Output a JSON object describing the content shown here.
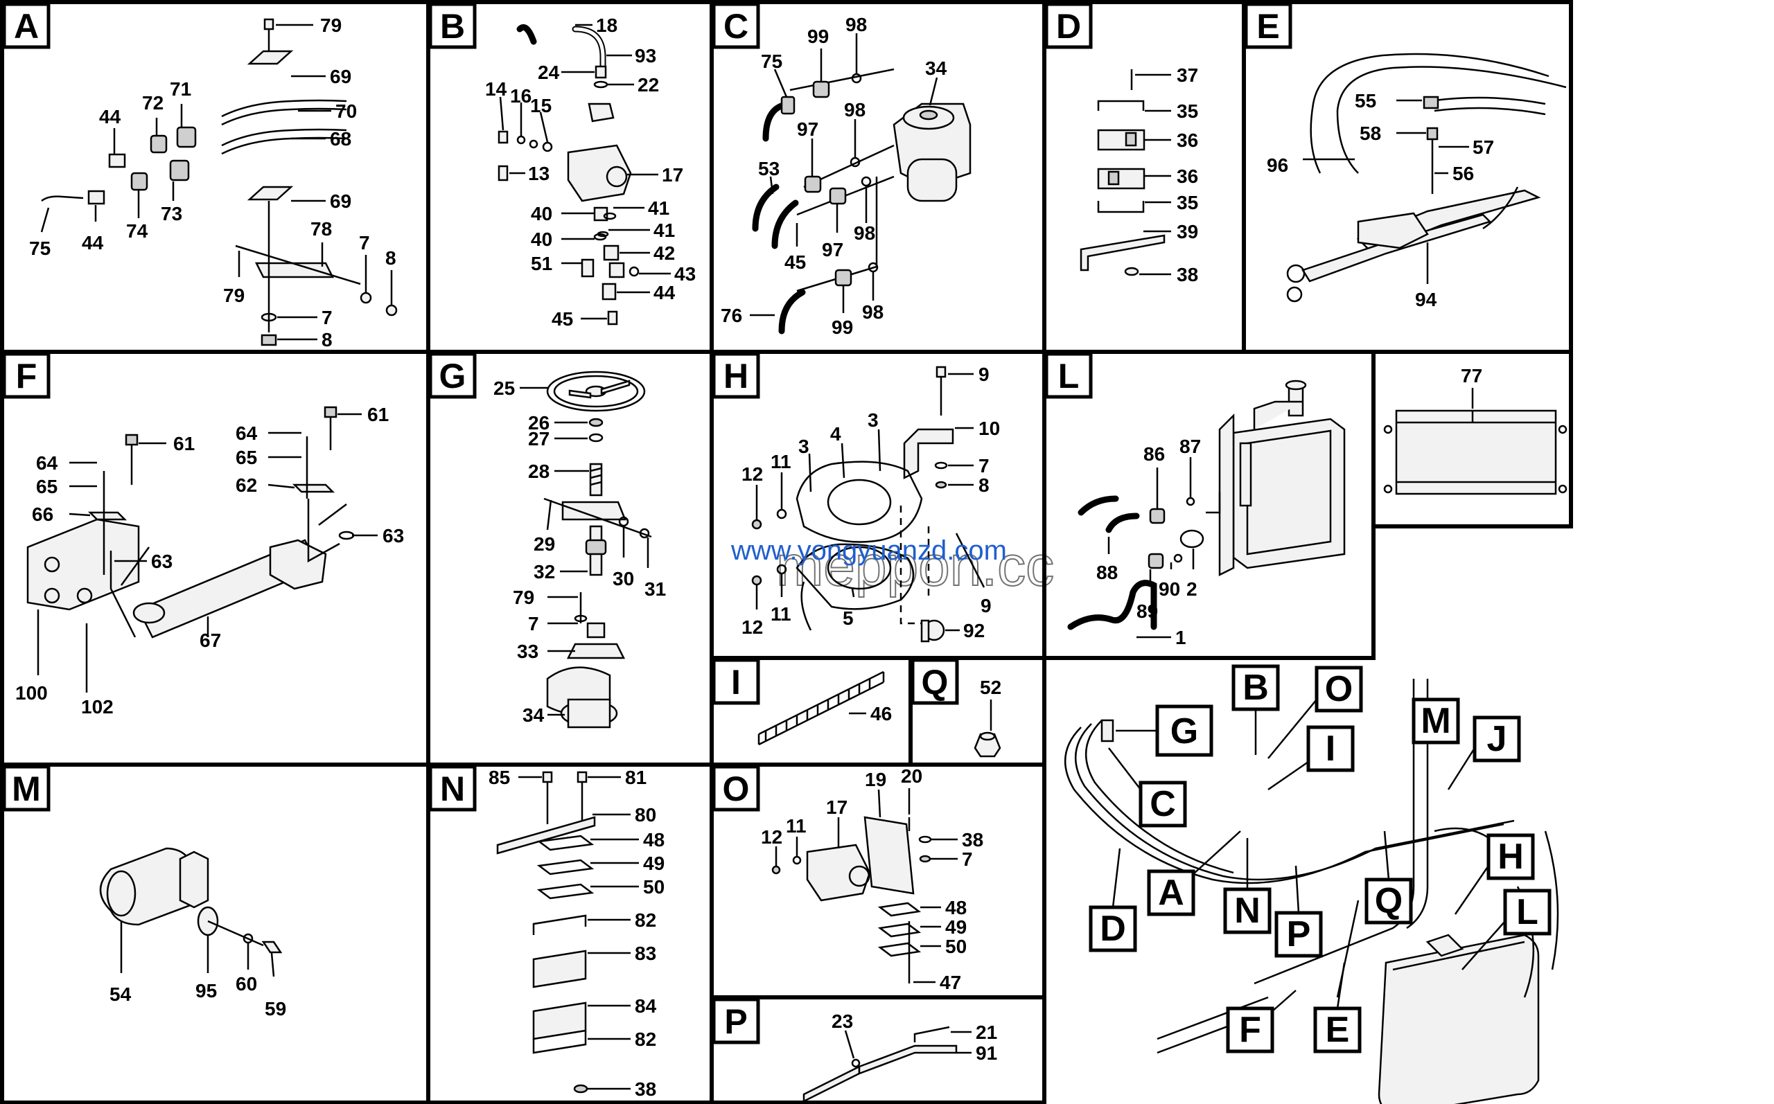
{
  "panels": [
    {
      "id": "A",
      "callouts": [
        "79",
        "69",
        "70",
        "71",
        "72",
        "44",
        "68",
        "73",
        "74",
        "75",
        "44",
        "69",
        "78",
        "7",
        "8",
        "79",
        "7",
        "8"
      ]
    },
    {
      "id": "B",
      "callouts": [
        "18",
        "93",
        "24",
        "22",
        "14",
        "16",
        "15",
        "17",
        "13",
        "40",
        "41",
        "40",
        "41",
        "42",
        "51",
        "43",
        "44",
        "45"
      ]
    },
    {
      "id": "C",
      "callouts": [
        "99",
        "98",
        "75",
        "34",
        "97",
        "98",
        "53",
        "98",
        "97",
        "45",
        "76",
        "99",
        "98"
      ]
    },
    {
      "id": "D",
      "callouts": [
        "37",
        "35",
        "36",
        "36",
        "35",
        "39",
        "38"
      ]
    },
    {
      "id": "E",
      "callouts": [
        "55",
        "58",
        "57",
        "96",
        "56",
        "94"
      ]
    },
    {
      "id": "F",
      "callouts": [
        "61",
        "64",
        "61",
        "64",
        "65",
        "65",
        "62",
        "66",
        "63",
        "63",
        "67",
        "100",
        "102"
      ]
    },
    {
      "id": "G",
      "callouts": [
        "25",
        "26",
        "27",
        "28",
        "29",
        "30",
        "31",
        "32",
        "79",
        "7",
        "33",
        "34"
      ]
    },
    {
      "id": "H",
      "callouts": [
        "9",
        "10",
        "3",
        "4",
        "3",
        "12",
        "11",
        "7",
        "8",
        "12",
        "11",
        "5",
        "9",
        "92"
      ]
    },
    {
      "id": "L",
      "callouts": [
        "86",
        "87",
        "88",
        "90",
        "2",
        "89",
        "1"
      ]
    },
    {
      "id": "77",
      "callouts": [
        "77"
      ]
    },
    {
      "id": "I",
      "callouts": [
        "46"
      ]
    },
    {
      "id": "Q",
      "callouts": [
        "52"
      ]
    },
    {
      "id": "M",
      "callouts": [
        "54",
        "95",
        "60",
        "59"
      ]
    },
    {
      "id": "N",
      "callouts": [
        "85",
        "81",
        "80",
        "48",
        "49",
        "50",
        "82",
        "83",
        "84",
        "82",
        "38"
      ]
    },
    {
      "id": "O",
      "callouts": [
        "19",
        "20",
        "17",
        "12",
        "11",
        "38",
        "7",
        "48",
        "49",
        "50",
        "47"
      ]
    },
    {
      "id": "P",
      "callouts": [
        "23",
        "21",
        "91"
      ]
    }
  ],
  "overview": {
    "labels": [
      "G",
      "B",
      "O",
      "I",
      "M",
      "J",
      "C",
      "A",
      "D",
      "N",
      "P",
      "Q",
      "H",
      "L",
      "F",
      "E"
    ]
  },
  "watermark": {
    "url": "www.yongyuanzd.com",
    "brand": "meppon.cc"
  }
}
